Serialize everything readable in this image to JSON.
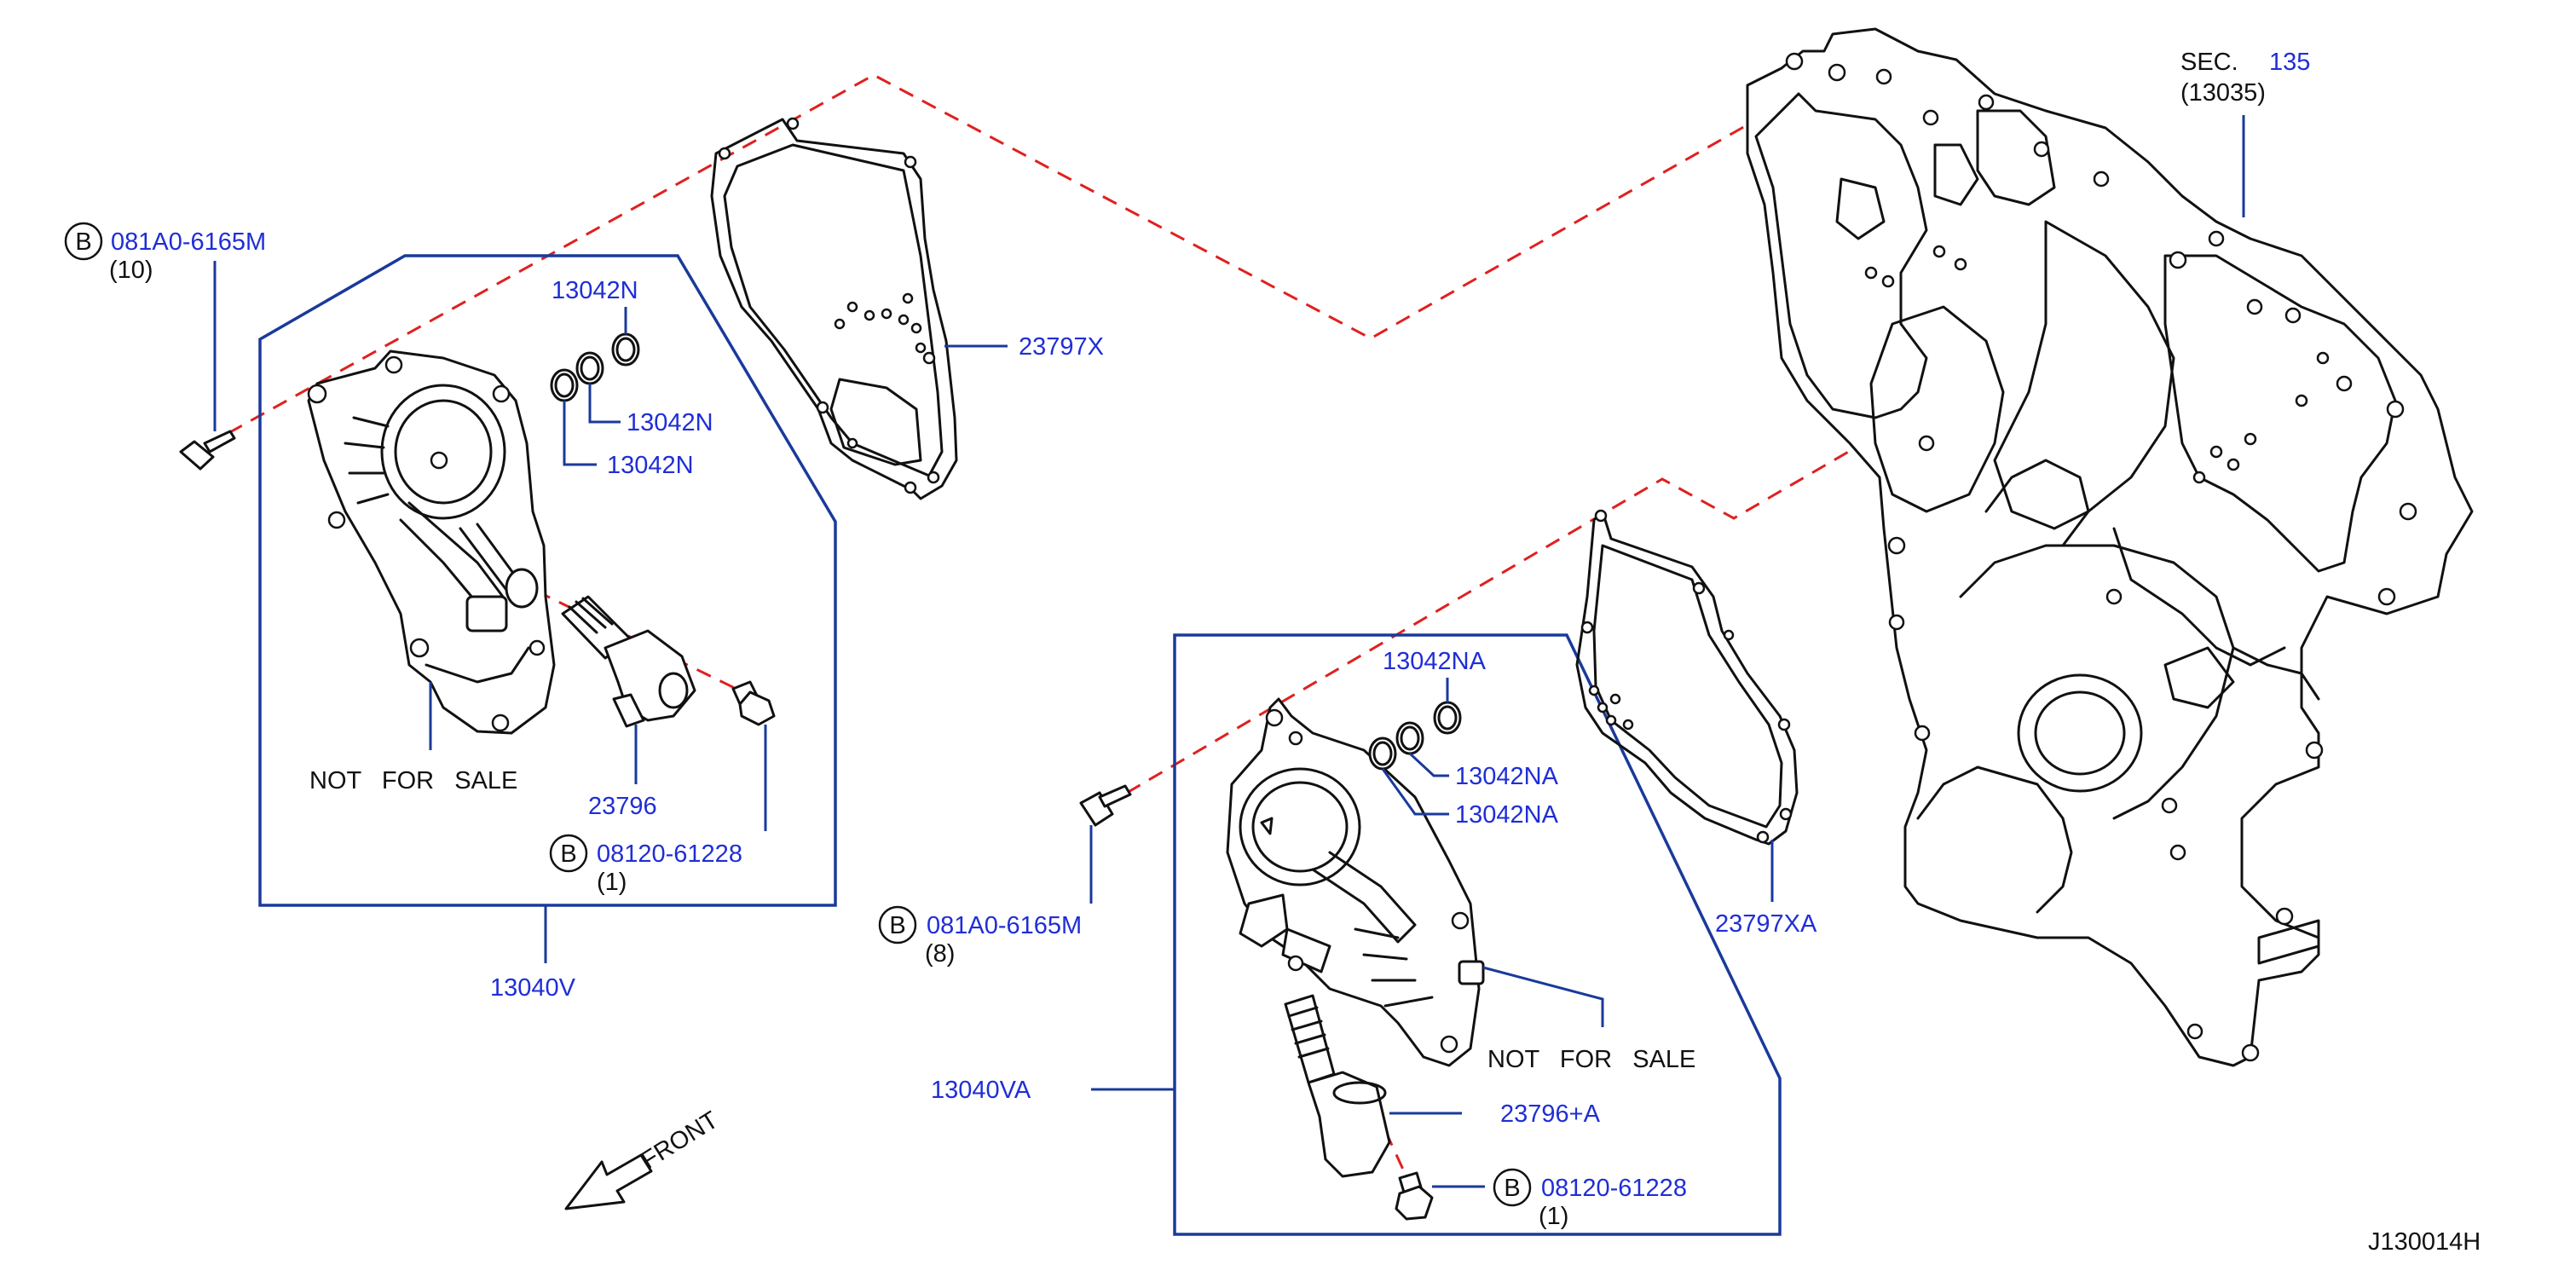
{
  "drawing_id": "J130014H",
  "section_ref": {
    "sec": "SEC.",
    "num": "135",
    "part": "(13035)"
  },
  "bolt_marker": "B",
  "callouts": {
    "bolt_upper": {
      "part": "081A0-6165M",
      "qty": "(10)"
    },
    "bolt_lower": {
      "part": "081A0-6165M",
      "qty": "(8)"
    },
    "screw_upper": {
      "part": "08120-61228",
      "qty": "(1)"
    },
    "screw_lower": {
      "part": "08120-61228",
      "qty": "(1)"
    },
    "oring_u1": "13042N",
    "oring_u2": "13042N",
    "oring_u3": "13042N",
    "oring_l1": "13042NA",
    "oring_l2": "13042NA",
    "oring_l3": "13042NA",
    "gasket_upper": "23797X",
    "gasket_lower": "23797XA",
    "valve_upper": "23796",
    "valve_lower": "23796+A",
    "cover_upper": "13040V",
    "cover_lower": "13040VA",
    "nfs_upper": "NOT   FOR   SALE",
    "nfs_lower": "NOT   FOR   SALE"
  },
  "front_label": "FRONT",
  "colors": {
    "part_number": "#1f2ed6",
    "leader": "#1a3a9a",
    "dashed_line": "#e02020",
    "linework": "#111111"
  }
}
